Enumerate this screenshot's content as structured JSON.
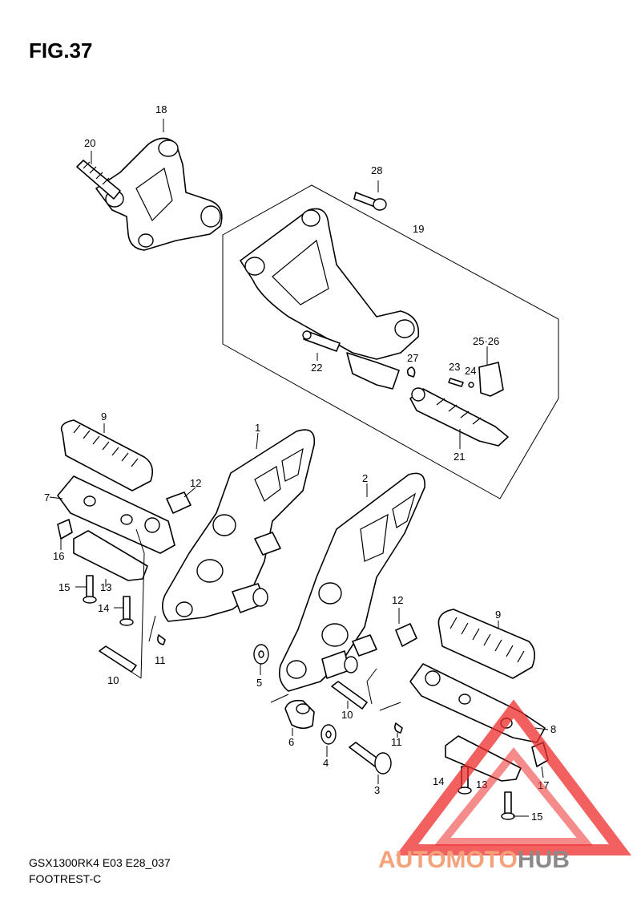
{
  "figure": {
    "title": "FIG.37",
    "model_code": "GSX1300RK4 E03 E28_037",
    "section": "FOOTREST-C"
  },
  "parts": [
    {
      "id": "p1",
      "num": "1"
    },
    {
      "id": "p2",
      "num": "2"
    },
    {
      "id": "p3",
      "num": "3"
    },
    {
      "id": "p4",
      "num": "4"
    },
    {
      "id": "p5",
      "num": "5"
    },
    {
      "id": "p6",
      "num": "6"
    },
    {
      "id": "p7",
      "num": "7"
    },
    {
      "id": "p8",
      "num": "8"
    },
    {
      "id": "p9a",
      "num": "9"
    },
    {
      "id": "p9b",
      "num": "9"
    },
    {
      "id": "p10a",
      "num": "10"
    },
    {
      "id": "p10b",
      "num": "10"
    },
    {
      "id": "p11a",
      "num": "11"
    },
    {
      "id": "p11b",
      "num": "11"
    },
    {
      "id": "p12a",
      "num": "12"
    },
    {
      "id": "p12b",
      "num": "12"
    },
    {
      "id": "p13a",
      "num": "13"
    },
    {
      "id": "p13b",
      "num": "13"
    },
    {
      "id": "p14a",
      "num": "14"
    },
    {
      "id": "p14b",
      "num": "14"
    },
    {
      "id": "p15a",
      "num": "15"
    },
    {
      "id": "p15b",
      "num": "15"
    },
    {
      "id": "p16",
      "num": "16"
    },
    {
      "id": "p17",
      "num": "17"
    },
    {
      "id": "p18",
      "num": "18"
    },
    {
      "id": "p19",
      "num": "19"
    },
    {
      "id": "p20",
      "num": "20"
    },
    {
      "id": "p21",
      "num": "21"
    },
    {
      "id": "p22",
      "num": "22"
    },
    {
      "id": "p23",
      "num": "23"
    },
    {
      "id": "p24",
      "num": "24"
    },
    {
      "id": "p25",
      "num": "25·26"
    },
    {
      "id": "p27",
      "num": "27"
    },
    {
      "id": "p28",
      "num": "28"
    }
  ],
  "watermark": {
    "part1": "AUTOMOTO",
    "part2": "HUB",
    "color1": "#f5a27a",
    "color2": "#8a8a8a",
    "triangle": "#ef2b2b"
  }
}
